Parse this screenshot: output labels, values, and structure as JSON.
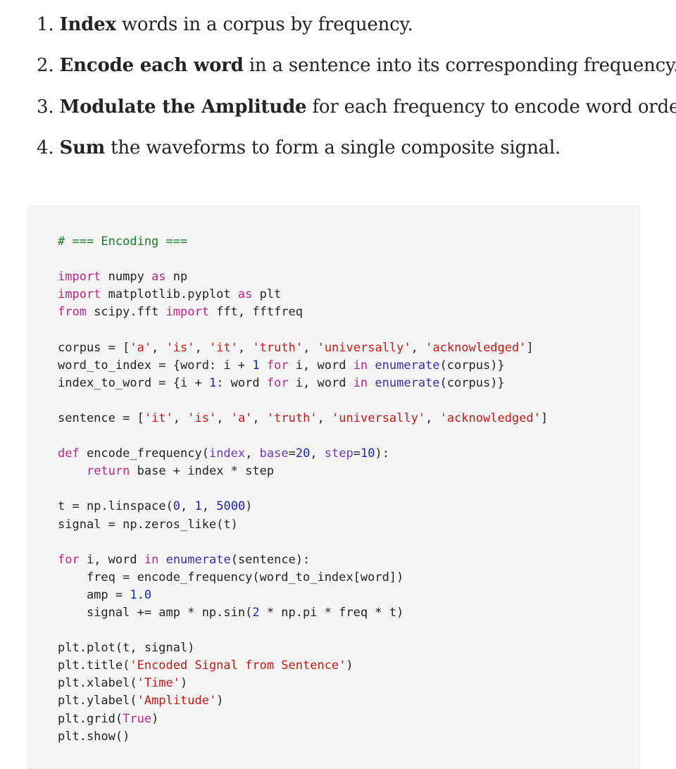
{
  "steps": [
    {
      "num": "1.",
      "bold": "Index",
      "rest": " words in a corpus by frequency."
    },
    {
      "num": "2.",
      "bold": "Encode each word",
      "rest": " in a sentence into its corresponding frequency."
    },
    {
      "num": "3.",
      "bold": "Modulate the Amplitude",
      "rest": " for each frequency to encode word order."
    },
    {
      "num": "4.",
      "bold": "Sum",
      "rest": " the waveforms to form a single composite signal."
    }
  ],
  "code": {
    "language": "python",
    "lines": [
      [
        [
          "com",
          "# === Encoding ==="
        ]
      ],
      [],
      [
        [
          "kw",
          "import"
        ],
        [
          "",
          " numpy "
        ],
        [
          "kw",
          "as"
        ],
        [
          "",
          " np"
        ]
      ],
      [
        [
          "kw",
          "import"
        ],
        [
          "",
          " matplotlib.pyplot "
        ],
        [
          "kw",
          "as"
        ],
        [
          "",
          " plt"
        ]
      ],
      [
        [
          "kw",
          "from"
        ],
        [
          "",
          " scipy.fft "
        ],
        [
          "kw",
          "import"
        ],
        [
          "",
          " fft, fftfreq"
        ]
      ],
      [],
      [
        [
          "",
          "corpus = ["
        ],
        [
          "str",
          "'a'"
        ],
        [
          "",
          ", "
        ],
        [
          "str",
          "'is'"
        ],
        [
          "",
          ", "
        ],
        [
          "str",
          "'it'"
        ],
        [
          "",
          ", "
        ],
        [
          "str",
          "'truth'"
        ],
        [
          "",
          ", "
        ],
        [
          "str",
          "'universally'"
        ],
        [
          "",
          ", "
        ],
        [
          "str",
          "'acknowledged'"
        ],
        [
          "",
          "]"
        ]
      ],
      [
        [
          "",
          "word_to_index = {word: i + "
        ],
        [
          "num",
          "1"
        ],
        [
          "",
          " "
        ],
        [
          "kw",
          "for"
        ],
        [
          "",
          " i, word "
        ],
        [
          "kw",
          "in"
        ],
        [
          "",
          " "
        ],
        [
          "bi",
          "enumerate"
        ],
        [
          "",
          "(corpus)}"
        ]
      ],
      [
        [
          "",
          "index_to_word = {i + "
        ],
        [
          "num",
          "1"
        ],
        [
          "",
          ": word "
        ],
        [
          "kw",
          "for"
        ],
        [
          "",
          " i, word "
        ],
        [
          "kw",
          "in"
        ],
        [
          "",
          " "
        ],
        [
          "bi",
          "enumerate"
        ],
        [
          "",
          "(corpus)}"
        ]
      ],
      [],
      [
        [
          "",
          "sentence = ["
        ],
        [
          "str",
          "'it'"
        ],
        [
          "",
          ", "
        ],
        [
          "str",
          "'is'"
        ],
        [
          "",
          ", "
        ],
        [
          "str",
          "'a'"
        ],
        [
          "",
          ", "
        ],
        [
          "str",
          "'truth'"
        ],
        [
          "",
          ", "
        ],
        [
          "str",
          "'universally'"
        ],
        [
          "",
          ", "
        ],
        [
          "str",
          "'acknowledged'"
        ],
        [
          "",
          "]"
        ]
      ],
      [],
      [
        [
          "kw",
          "def"
        ],
        [
          "",
          " encode_frequency("
        ],
        [
          "par",
          "index"
        ],
        [
          "",
          ", "
        ],
        [
          "par",
          "base"
        ],
        [
          "",
          "="
        ],
        [
          "num",
          "20"
        ],
        [
          "",
          ", "
        ],
        [
          "par",
          "step"
        ],
        [
          "",
          "="
        ],
        [
          "num",
          "10"
        ],
        [
          "",
          "):"
        ]
      ],
      [
        [
          "",
          "    "
        ],
        [
          "kw",
          "return"
        ],
        [
          "",
          " base + index * step"
        ]
      ],
      [],
      [
        [
          "",
          "t = np.linspace("
        ],
        [
          "num",
          "0"
        ],
        [
          "",
          ", "
        ],
        [
          "num",
          "1"
        ],
        [
          "",
          ", "
        ],
        [
          "num",
          "5000"
        ],
        [
          "",
          ")"
        ]
      ],
      [
        [
          "",
          "signal = np.zeros_like(t)"
        ]
      ],
      [],
      [
        [
          "kw",
          "for"
        ],
        [
          "",
          " i, word "
        ],
        [
          "kw",
          "in"
        ],
        [
          "",
          " "
        ],
        [
          "bi",
          "enumerate"
        ],
        [
          "",
          "(sentence):"
        ]
      ],
      [
        [
          "",
          "    freq = encode_frequency(word_to_index[word])"
        ]
      ],
      [
        [
          "",
          "    amp = "
        ],
        [
          "num",
          "1.0"
        ]
      ],
      [
        [
          "",
          "    signal += amp * np.sin("
        ],
        [
          "num",
          "2"
        ],
        [
          "",
          " * np.pi * freq * t)"
        ]
      ],
      [],
      [
        [
          "",
          "plt.plot(t, signal)"
        ]
      ],
      [
        [
          "",
          "plt.title("
        ],
        [
          "str",
          "'Encoded Signal from Sentence'"
        ],
        [
          "",
          ")"
        ]
      ],
      [
        [
          "",
          "plt.xlabel("
        ],
        [
          "str",
          "'Time'"
        ],
        [
          "",
          ")"
        ]
      ],
      [
        [
          "",
          "plt.ylabel("
        ],
        [
          "str",
          "'Amplitude'"
        ],
        [
          "",
          ")"
        ]
      ],
      [
        [
          "",
          "plt.grid("
        ],
        [
          "kw",
          "True"
        ],
        [
          "",
          ")"
        ]
      ],
      [
        [
          "",
          "plt.show()"
        ]
      ]
    ]
  }
}
